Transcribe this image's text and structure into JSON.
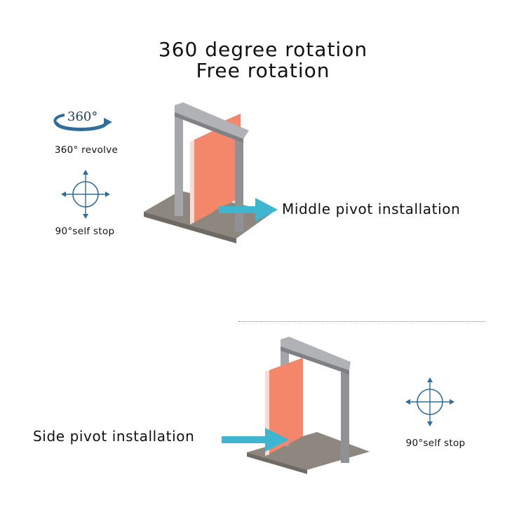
{
  "header": {
    "title_line1": "360 degree rotation",
    "title_line2": "Free rotation"
  },
  "top_panel": {
    "rotate_icon_text": "360°",
    "revolve_label": "360° revolve",
    "self_stop_label": "90°self stop",
    "install_label": "Middle pivot installation"
  },
  "bottom_panel": {
    "install_label": "Side pivot installation",
    "self_stop_label": "90°self stop"
  },
  "colors": {
    "door": "#f4876a",
    "door_edge": "#e06f52",
    "frame": "#a4a6aa",
    "frame_dark": "#7f8185",
    "floor": "#8d8780",
    "arrow": "#3fb5d0",
    "icon": "#2f6d9c"
  }
}
